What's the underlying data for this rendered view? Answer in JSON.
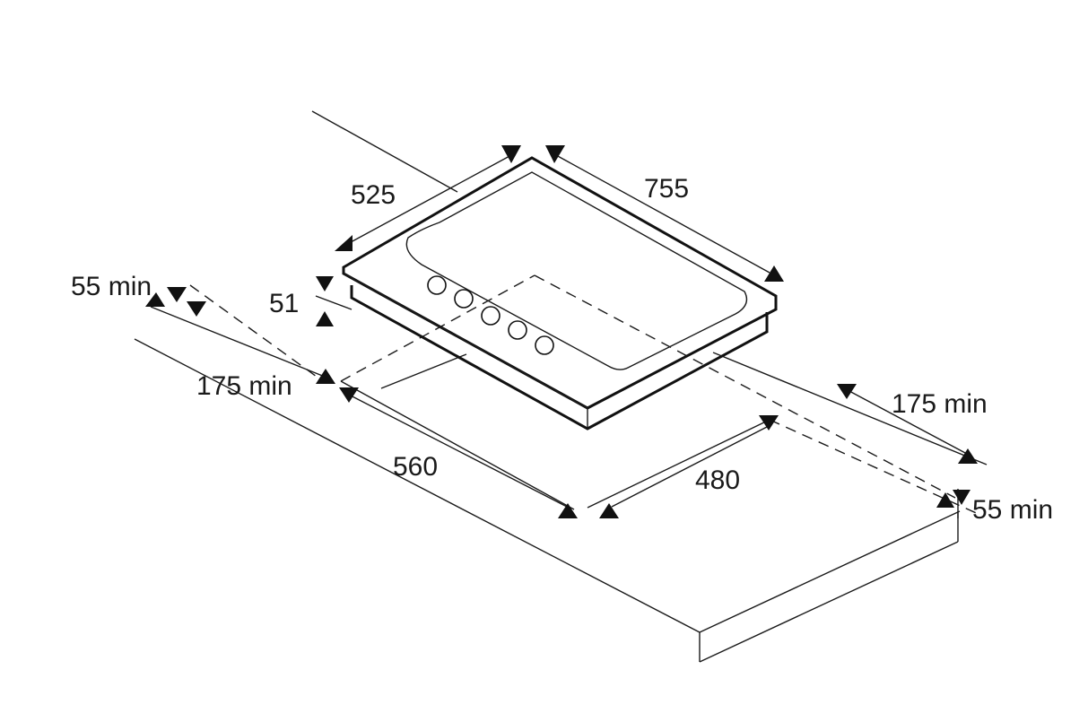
{
  "labels": {
    "hob_depth": "525",
    "hob_width": "755",
    "hob_height": "51",
    "front_clearance_left": "55 min",
    "side_clearance_left": "175 min",
    "cutout_width": "560",
    "cutout_depth": "480",
    "side_clearance_right": "175 min",
    "front_clearance_right": "55 min"
  },
  "colors": {
    "line": "#1a1a1a",
    "background": "#ffffff"
  }
}
